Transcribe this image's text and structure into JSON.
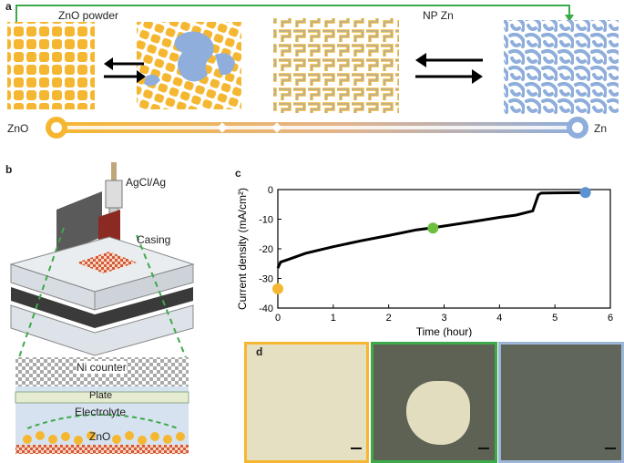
{
  "panel_a": {
    "letter": "a",
    "label_left": "ZnO powder",
    "label_right": "NP Zn",
    "bar_left": "ZnO",
    "bar_right": "Zn"
  },
  "panel_b": {
    "letter": "b",
    "ref_electrode": "AgCl/Ag",
    "casing": "Casing",
    "counter": "Ni counter",
    "plate": "Plate",
    "electrolyte": "Electrolyte",
    "znO": "ZnO"
  },
  "panel_c": {
    "letter": "c",
    "chart_data": {
      "type": "line",
      "xlabel": "Time (hour)",
      "ylabel": "Current density (mA/cm²)",
      "xlim": [
        0,
        6
      ],
      "ylim": [
        -40,
        0
      ],
      "xticks": [
        "0",
        "1",
        "2",
        "3",
        "4",
        "5",
        "6"
      ],
      "yticks": [
        "0",
        "-10",
        "-20",
        "-30",
        "-40"
      ],
      "series": [
        {
          "x": [
            0,
            0.05,
            0.2,
            0.5,
            1.0,
            1.5,
            2.0,
            2.5,
            2.8,
            3.0,
            3.5,
            4.0,
            4.3,
            4.6,
            4.65,
            4.7,
            4.75,
            5.0,
            5.5,
            5.6
          ],
          "y": [
            -26.5,
            -24.5,
            -23.5,
            -21.5,
            -19.3,
            -17.3,
            -15.5,
            -13.6,
            -12.9,
            -12.3,
            -10.9,
            -9.4,
            -8.6,
            -7.2,
            -4.5,
            -1.8,
            -1.2,
            -1.1,
            -1.0,
            -1.0
          ]
        }
      ],
      "markers": [
        {
          "x": 0,
          "y": -33.5,
          "color": "#F5B731"
        },
        {
          "x": 2.8,
          "y": -13.0,
          "color": "#6DBF3E"
        },
        {
          "x": 5.55,
          "y": -1.0,
          "color": "#5B92D0"
        }
      ]
    }
  },
  "panel_d": {
    "letter": "d",
    "photos": [
      {
        "border": "#F5B731",
        "fill": "#E6E0C2"
      },
      {
        "border": "#3DAA4A",
        "fill": "#5E6255"
      },
      {
        "border": "#9DB6D8",
        "fill": "#60665A"
      }
    ]
  },
  "colors": {
    "gold": "#F5B731",
    "blue": "#8FAEDB",
    "green": "#3DAA4A"
  }
}
